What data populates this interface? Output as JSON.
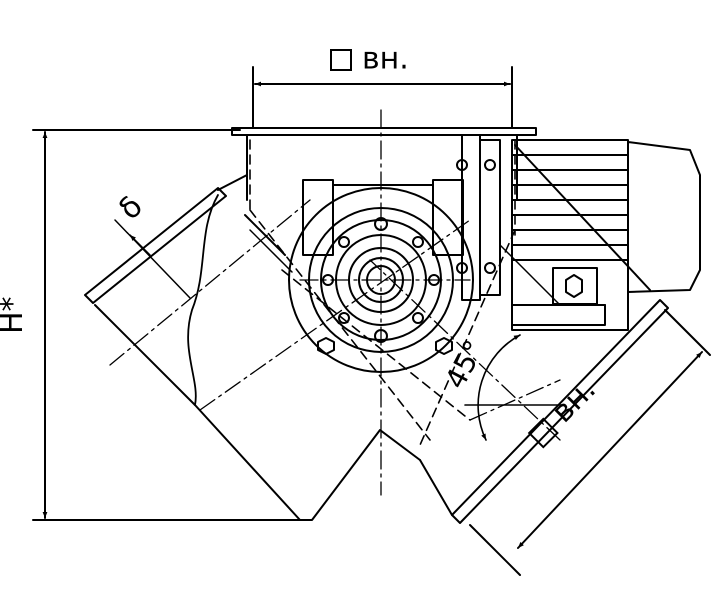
{
  "labels": {
    "top_dimension": "вн.",
    "bottom_dimension": "вн.",
    "height_dimension": "H*",
    "angle": "45°",
    "thickness": "δ"
  },
  "icons": {
    "square_symbol": "square-section-icon"
  },
  "colors": {
    "line": "#000000",
    "background": "#ffffff"
  }
}
